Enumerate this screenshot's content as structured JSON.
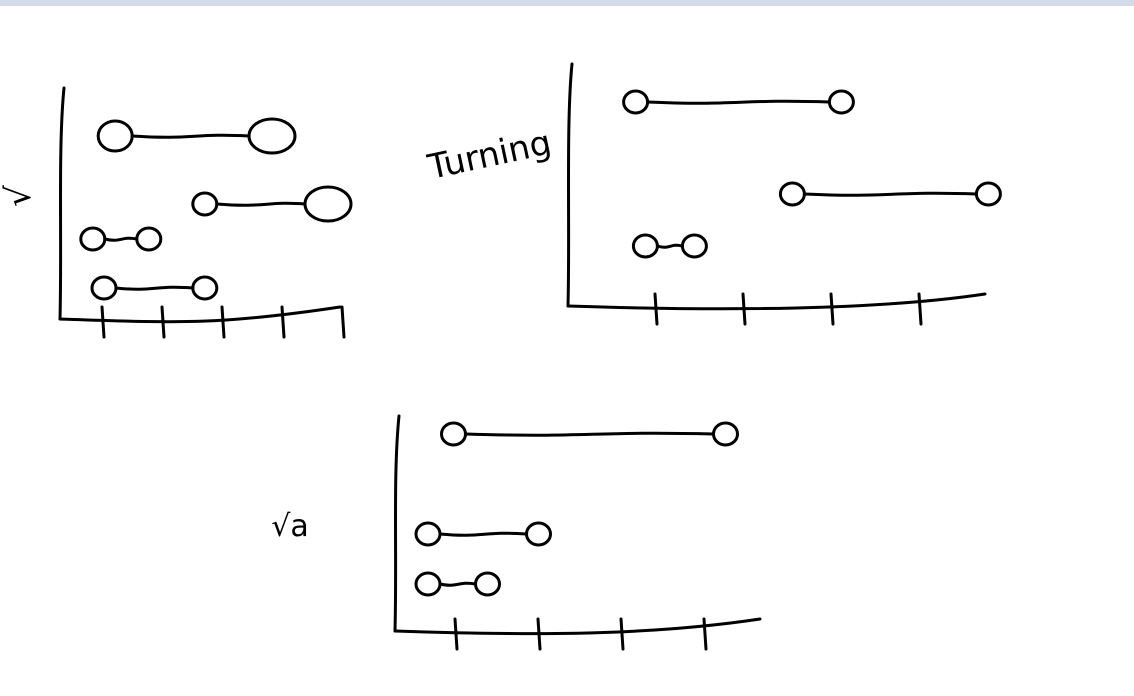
{
  "chart_data": [
    {
      "type": "dumbbell",
      "ylabel": "√",
      "xticks": 5,
      "series": [
        {
          "start": 1.2,
          "end": 4.0,
          "start_size": "large",
          "end_size": "large"
        },
        {
          "start": 2.8,
          "end": 5.0,
          "start_size": "small",
          "end_size": "large"
        },
        {
          "start": 0.8,
          "end": 1.8,
          "start_size": "small",
          "end_size": "small"
        },
        {
          "start": 1.0,
          "end": 2.8,
          "start_size": "small",
          "end_size": "small"
        }
      ]
    },
    {
      "type": "dumbbell",
      "ylabel": "Turning",
      "xticks": 4,
      "series": [
        {
          "start": 0.7,
          "end": 2.8,
          "start_size": "small",
          "end_size": "small"
        },
        {
          "start": 2.3,
          "end": 4.3,
          "start_size": "small",
          "end_size": "small"
        },
        {
          "start": 0.8,
          "end": 1.3,
          "start_size": "small",
          "end_size": "small"
        }
      ]
    },
    {
      "type": "dumbbell",
      "ylabel": "√a",
      "xticks": 4,
      "series": [
        {
          "start": 0.1,
          "end": 3.3,
          "start_size": "small",
          "end_size": "small"
        },
        {
          "start": -0.2,
          "end": 1.1,
          "start_size": "small",
          "end_size": "small"
        },
        {
          "start": -0.2,
          "end": 0.5,
          "start_size": "small",
          "end_size": "small"
        }
      ]
    }
  ]
}
